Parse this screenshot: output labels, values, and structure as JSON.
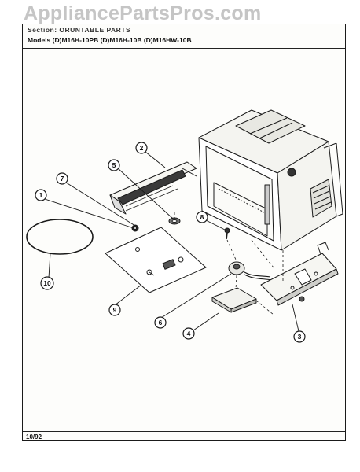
{
  "header": {
    "section_line": "Section: ORUNTABLE PARTS",
    "models_line": "Models (D)M16H-10PB   (D)M16H-10B   (D)M16HW-10B"
  },
  "watermark": "AppliancePartsPros.com",
  "footer": {
    "date": "10/92"
  },
  "callouts": [
    "1",
    "2",
    "3",
    "4",
    "5",
    "6",
    "7",
    "8",
    "9",
    "10"
  ],
  "colors": {
    "ink": "#1a1a1a",
    "paper": "#fdfdfb",
    "watermark": "#969696"
  }
}
